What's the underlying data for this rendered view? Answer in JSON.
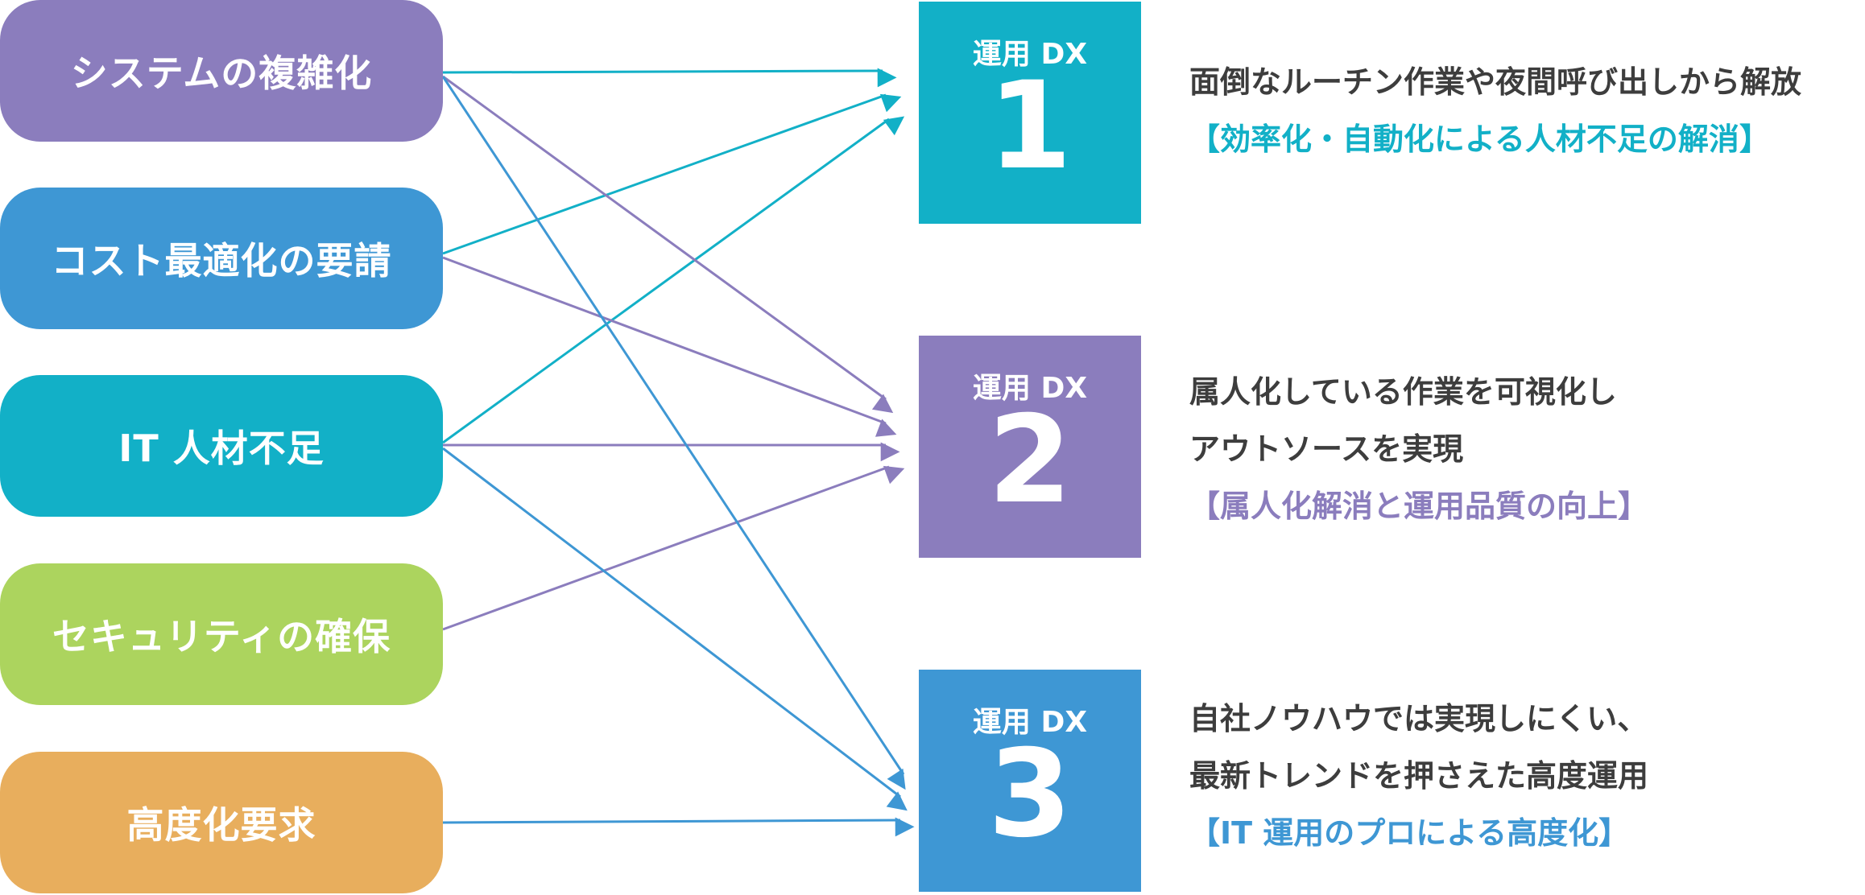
{
  "colors": {
    "purple": "#8b7dbd",
    "blue": "#3e97d4",
    "teal": "#12b0c7",
    "green": "#acd45e",
    "orange": "#e8ae5d",
    "text": "#3d3d3d"
  },
  "causes": [
    {
      "label": "システムの複雑化"
    },
    {
      "label": "コスト最適化の要請"
    },
    {
      "label": "IT 人材不足"
    },
    {
      "label": "セキュリティの確保"
    },
    {
      "label": "高度化要求"
    }
  ],
  "dx": [
    {
      "label": "運用 DX",
      "number": "1",
      "lines": [
        "面倒なルーチン作業や夜間呼び出しから解放"
      ],
      "highlight": "【効率化・自動化による人材不足の解消】"
    },
    {
      "label": "運用 DX",
      "number": "2",
      "lines": [
        "属人化している作業を可視化し",
        "アウトソースを実現"
      ],
      "highlight": "【属人化解消と運用品質の向上】"
    },
    {
      "label": "運用 DX",
      "number": "3",
      "lines": [
        "自社ノウハウでは実現しにくい、",
        "最新トレンドを押さえた高度運用"
      ],
      "highlight": "【IT 運用のプロによる高度化】"
    }
  ]
}
